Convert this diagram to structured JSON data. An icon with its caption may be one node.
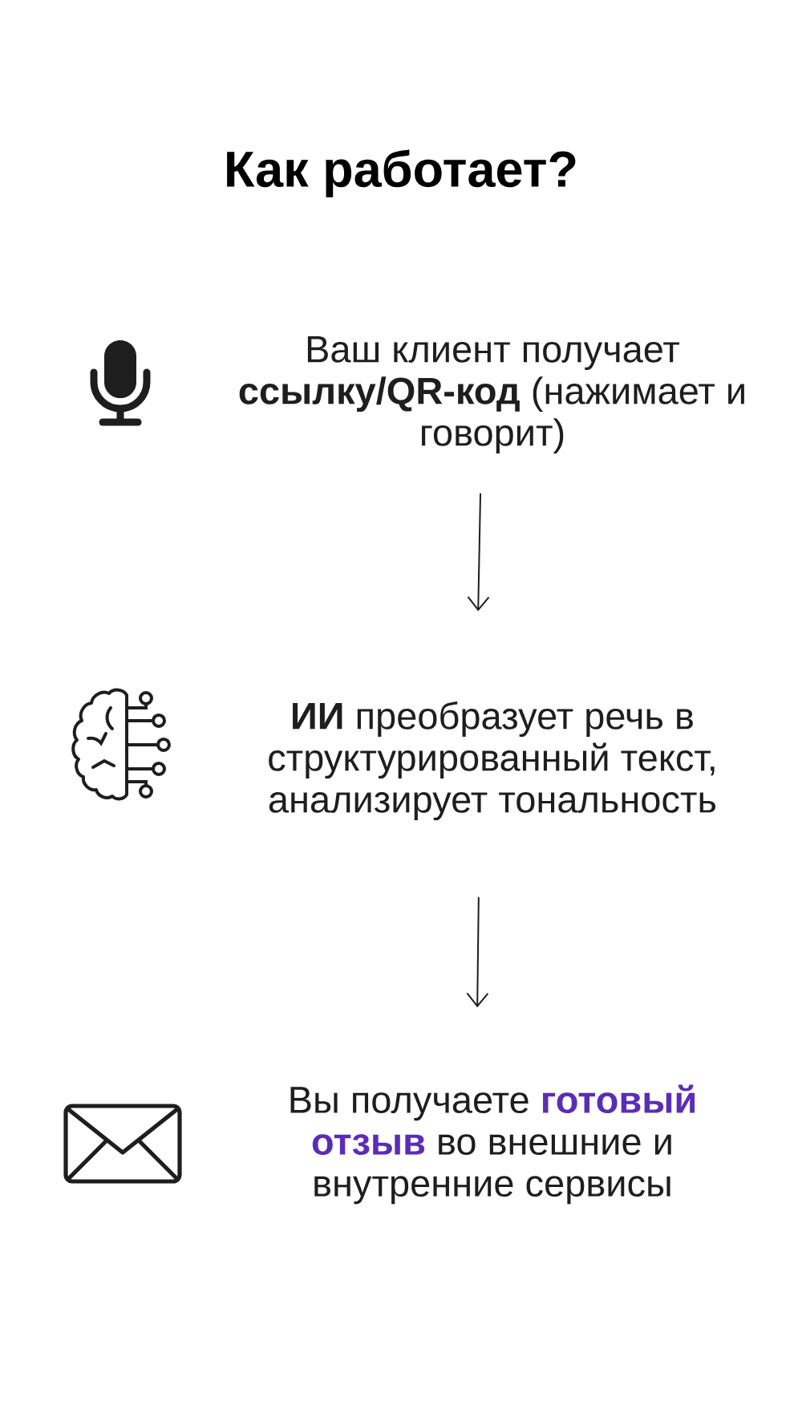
{
  "diagram": {
    "title": "Как работает?",
    "nodes": [
      {
        "text": [
          "Ваш клиент получает **ссылку/QR-код** (нажимает и говорит)"
        ]
      },
      {
        "text": [
          "**ИИ** преобразует речь в структурированный текст, анализирует тональность"
        ]
      },
      {
        "text": [
          "Вы получаете **готовый отзыв** во внешние и внутренние сервисы"
        ]
      }
    ],
    "edges": [
      {
        "from": 0,
        "to": 1,
        "arrow": "to"
      },
      {
        "from": 1,
        "to": 2,
        "arrow": "to"
      }
    ]
  }
}
